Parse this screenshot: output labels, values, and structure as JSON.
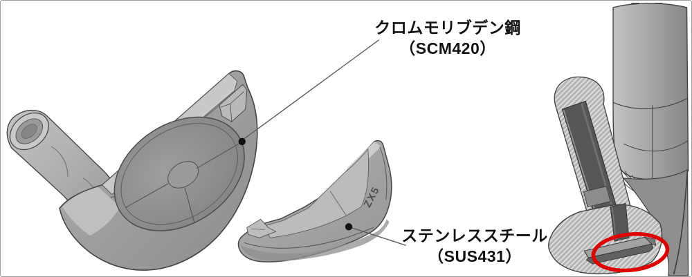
{
  "canvas": {
    "background": "#ffffff",
    "border_color": "#9c9c9c"
  },
  "labels": {
    "scm420": {
      "line1": "クロムモリブデン鋼",
      "line2": "（SCM420）"
    },
    "sus431": {
      "line1": "ステンレススチール",
      "line2": "（SUS431）"
    }
  },
  "engraving": {
    "logo_text": "ZX5"
  },
  "colors": {
    "label_text": "#111111",
    "leader_line": "#5a5a5a",
    "marker_dot": "#101010",
    "highlight_red": "#dd0000",
    "metal_base": "#a2a2a2",
    "metal_light": "#c8c8c8",
    "metal_dark": "#565656",
    "hatch_base": "#b5b5b5",
    "hatch_stripe": "#e2e2e2",
    "outline": "#3f3f3f"
  }
}
